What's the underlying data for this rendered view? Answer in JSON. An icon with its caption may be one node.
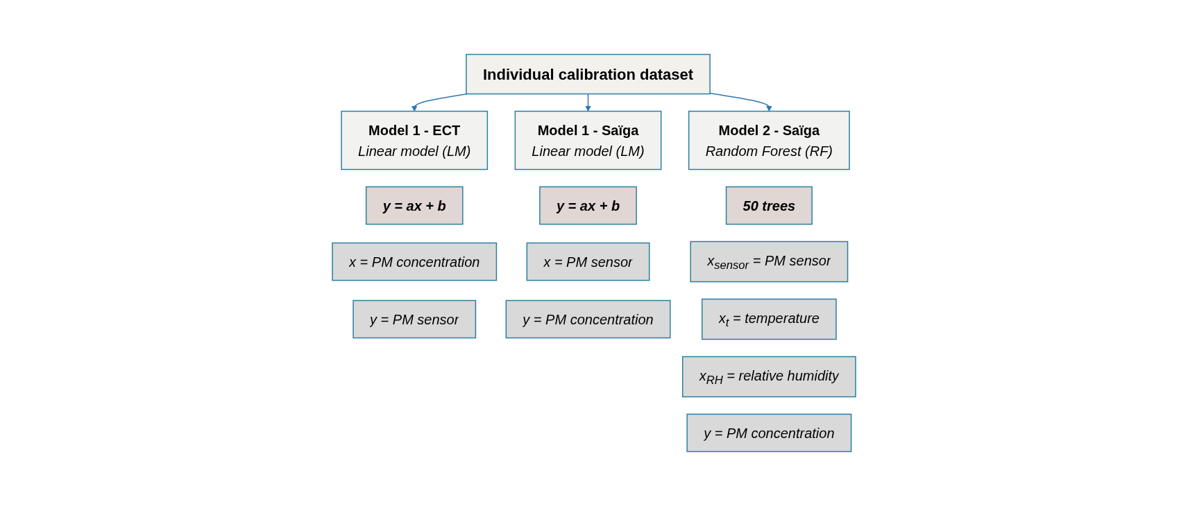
{
  "diagram": {
    "nodes": [
      {
        "text": [
          "Individual calibration dataset"
        ]
      },
      {
        "text": [
          "Model 1 - ECT",
          "Linear model (LM)"
        ]
      },
      {
        "text": [
          "y = ax + b"
        ]
      },
      {
        "text": [
          "x = PM concentration"
        ]
      },
      {
        "text": [
          "y = PM sensor"
        ]
      },
      {
        "text": [
          "Model 1 - Saïga",
          "Linear model (LM)"
        ]
      },
      {
        "text": [
          "y = ax + b"
        ]
      },
      {
        "text": [
          "x = PM sensor"
        ]
      },
      {
        "text": [
          "y = PM concentration"
        ]
      },
      {
        "text": [
          "Model 2 - Saïga",
          "Random Forest (RF)"
        ]
      },
      {
        "text": [
          "50 trees"
        ]
      },
      {
        "text": [
          "x$_{sensor}$ = PM sensor"
        ]
      },
      {
        "text": [
          "x$_{t}$ = temperature"
        ]
      },
      {
        "text": [
          "x$_{RH}$ = relative humidity"
        ]
      },
      {
        "text": [
          "y = PM concentration"
        ]
      }
    ],
    "edges": [
      {
        "from": 0,
        "to": 1,
        "arrow": "to"
      },
      {
        "from": 0,
        "to": 5,
        "arrow": "to"
      },
      {
        "from": 0,
        "to": 9,
        "arrow": "to"
      }
    ]
  }
}
